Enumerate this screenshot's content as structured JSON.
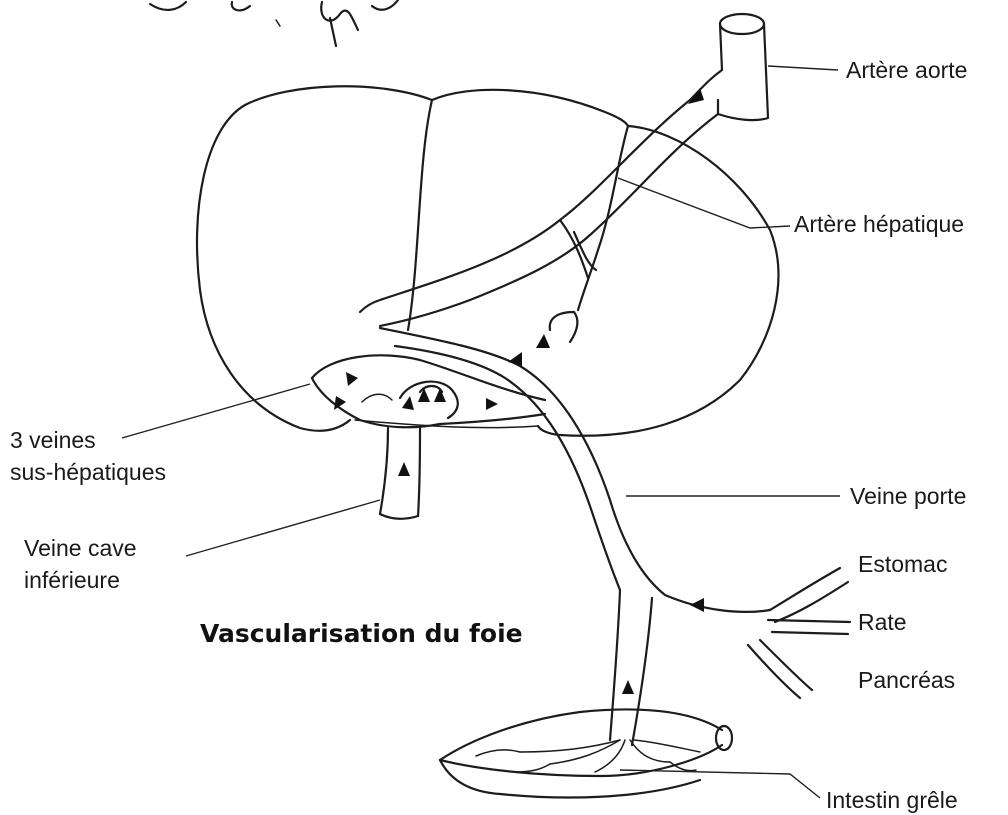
{
  "title": "Vascularisation du foie",
  "labels": {
    "artere_aorte": "Artère aorte",
    "artere_hepatique": "Artère hépatique",
    "veines_sus_hepatiques_1": "3 veines",
    "veines_sus_hepatiques_2": "sus-hépatiques",
    "veine_porte": "Veine porte",
    "veine_cave_1": "Veine cave",
    "veine_cave_2": "inférieure",
    "estomac": "Estomac",
    "rate": "Rate",
    "pancreas": "Pancréas",
    "intestin_grele": "Intestin grêle"
  },
  "colors": {
    "ink": "#1c1c1c",
    "background": "#ffffff"
  }
}
